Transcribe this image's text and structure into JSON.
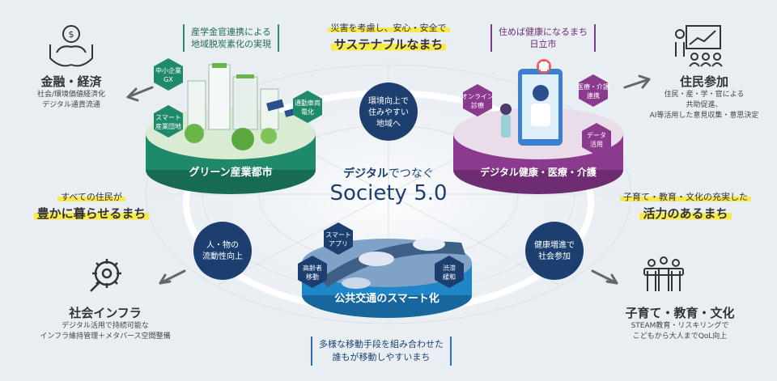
{
  "center": {
    "line1_a": "デジタル",
    "line1_b": "でつなぐ",
    "title": "Society 5.0"
  },
  "top_left_box": {
    "line1": "産学金官連携による",
    "line2": "地域脱炭素化の実現"
  },
  "top_center": {
    "line1": "災害を考慮し、安心・安全で",
    "line2": "サステナブルなまち"
  },
  "top_right_box": {
    "line1": "住めば健康になるまち",
    "line2": "日立市"
  },
  "bottom_center_box": {
    "line1": "多様な移動手段を組み合わせた",
    "line2": "誰もが移動しやすいまち"
  },
  "left_mid": {
    "line1": "すべての住民が",
    "line2": "豊かに暮らせるまち"
  },
  "right_mid": {
    "line1": "子育て・教育・文化の充実した",
    "line2": "活力のあるまち"
  },
  "disks": {
    "green": "グリーン産業都市",
    "purple": "デジタル健康・医療・介護",
    "blue": "公共交通のスマート化"
  },
  "green_hexes": {
    "h1": [
      "中小企業",
      "GX"
    ],
    "h2": [
      "スマート",
      "産業団地"
    ],
    "h3": [
      "通勤車両",
      "電化"
    ]
  },
  "purple_hexes": {
    "h1": [
      "オンライン",
      "診療"
    ],
    "h2": [
      "医療・介護",
      "連携"
    ],
    "h3": [
      "データ",
      "活用"
    ]
  },
  "blue_hexes": {
    "h1": [
      "スマート",
      "アプリ"
    ],
    "h2": [
      "高齢者",
      "移動"
    ],
    "h3": [
      "渋滞",
      "緩和"
    ]
  },
  "circles": {
    "top": [
      "環境向上で",
      "住みやすい",
      "地域へ"
    ],
    "left": [
      "人・物の",
      "流動性向上"
    ],
    "right": [
      "健康増進で",
      "社会参加"
    ]
  },
  "corners": {
    "finance": {
      "title": "金融・経済",
      "sub1": "社会/環境価値経済化",
      "sub2": "デジタル通貨流通"
    },
    "resident": {
      "title": "住民参加",
      "sub1": "住民・産・学・官による",
      "sub2": "共助促進、",
      "sub3": "AI等活用した意見収集・意思決定"
    },
    "infra": {
      "title": "社会インフラ",
      "sub1": "デジタル活用で持続可能な",
      "sub2": "インフラ維持管理＋メタバース空間整備"
    },
    "child": {
      "title": "子育て・教育・文化",
      "sub1": "STEAM教育・リスキリングで",
      "sub2": "こどもから大人までQoL向上"
    }
  },
  "colors": {
    "green": "#1f8a6a",
    "purple": "#8b3a8e",
    "blue": "#1f86c8",
    "navy": "#1c3f70",
    "highlight": "#f7ea4a"
  }
}
